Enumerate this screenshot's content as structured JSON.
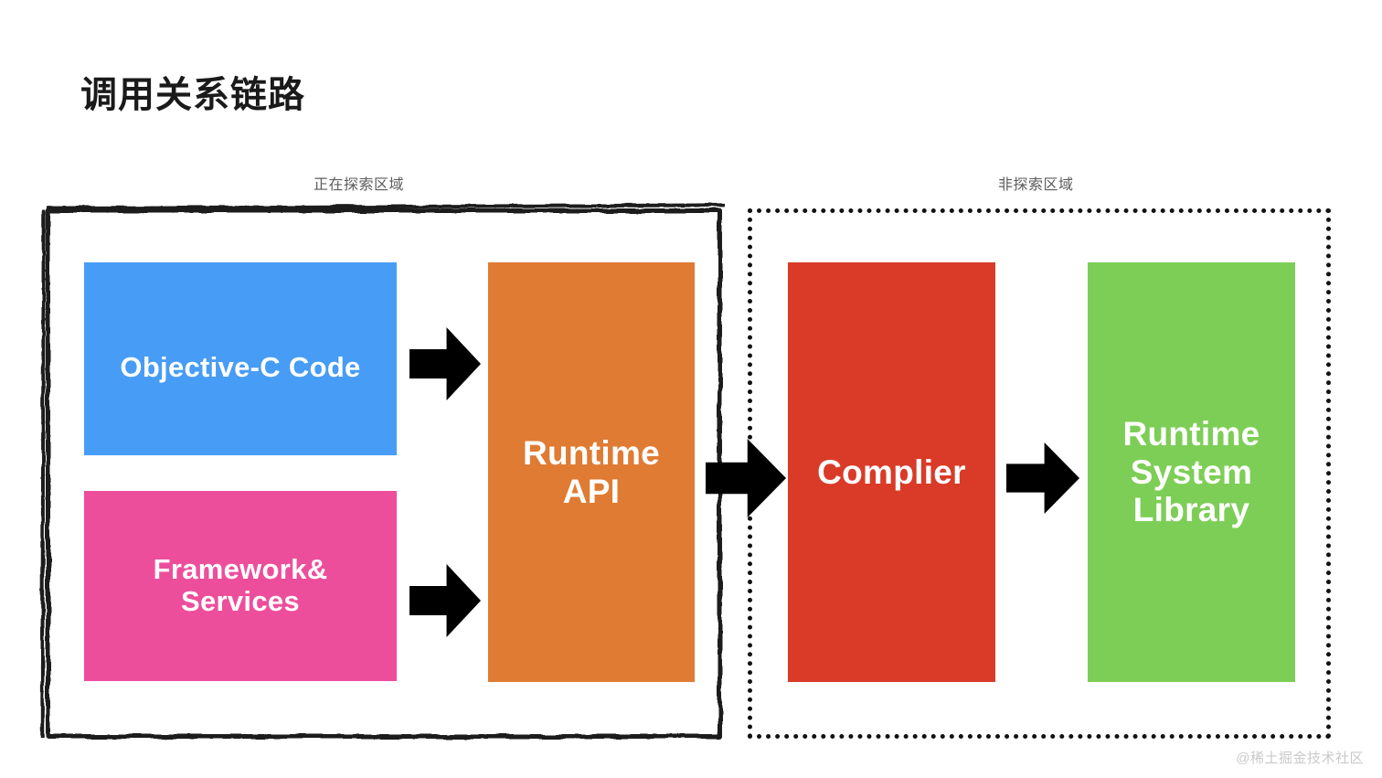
{
  "page": {
    "title": "调用关系链路",
    "background_color": "#ffffff",
    "watermark": "@稀土掘金技术社区"
  },
  "regions": [
    {
      "id": "explored",
      "caption": "正在探索区域",
      "border_style": "solid-sketch",
      "border_color": "#1b1b1b"
    },
    {
      "id": "unexplored",
      "caption": "非探索区域",
      "border_style": "dotted",
      "border_color": "#111111"
    }
  ],
  "nodes": {
    "objc": {
      "label": "Objective-C Code",
      "color": "#479CF5",
      "region": "explored"
    },
    "framework": {
      "line1": "Framework&",
      "line2": "Services",
      "color": "#ED4E9C",
      "region": "explored"
    },
    "runtime_api": {
      "line1": "Runtime",
      "line2": "API",
      "color": "#E07B33",
      "region": "explored"
    },
    "complier": {
      "label": "Complier",
      "color": "#D93B28",
      "region": "unexplored"
    },
    "runtime_library": {
      "line1": "Runtime",
      "line2": "System",
      "line3": "Library",
      "color": "#7DCE56",
      "region": "unexplored"
    }
  },
  "arrows": [
    {
      "id": "objc-to-api",
      "from": "objc",
      "to": "runtime_api",
      "direction": "right",
      "color": "#000000"
    },
    {
      "id": "framework-to-api",
      "from": "framework",
      "to": "runtime_api",
      "direction": "right",
      "color": "#000000"
    },
    {
      "id": "api-to-complier",
      "from": "runtime_api",
      "to": "complier",
      "direction": "right",
      "color": "#000000"
    },
    {
      "id": "complier-to-library",
      "from": "complier",
      "to": "runtime_library",
      "direction": "right",
      "color": "#000000"
    }
  ]
}
